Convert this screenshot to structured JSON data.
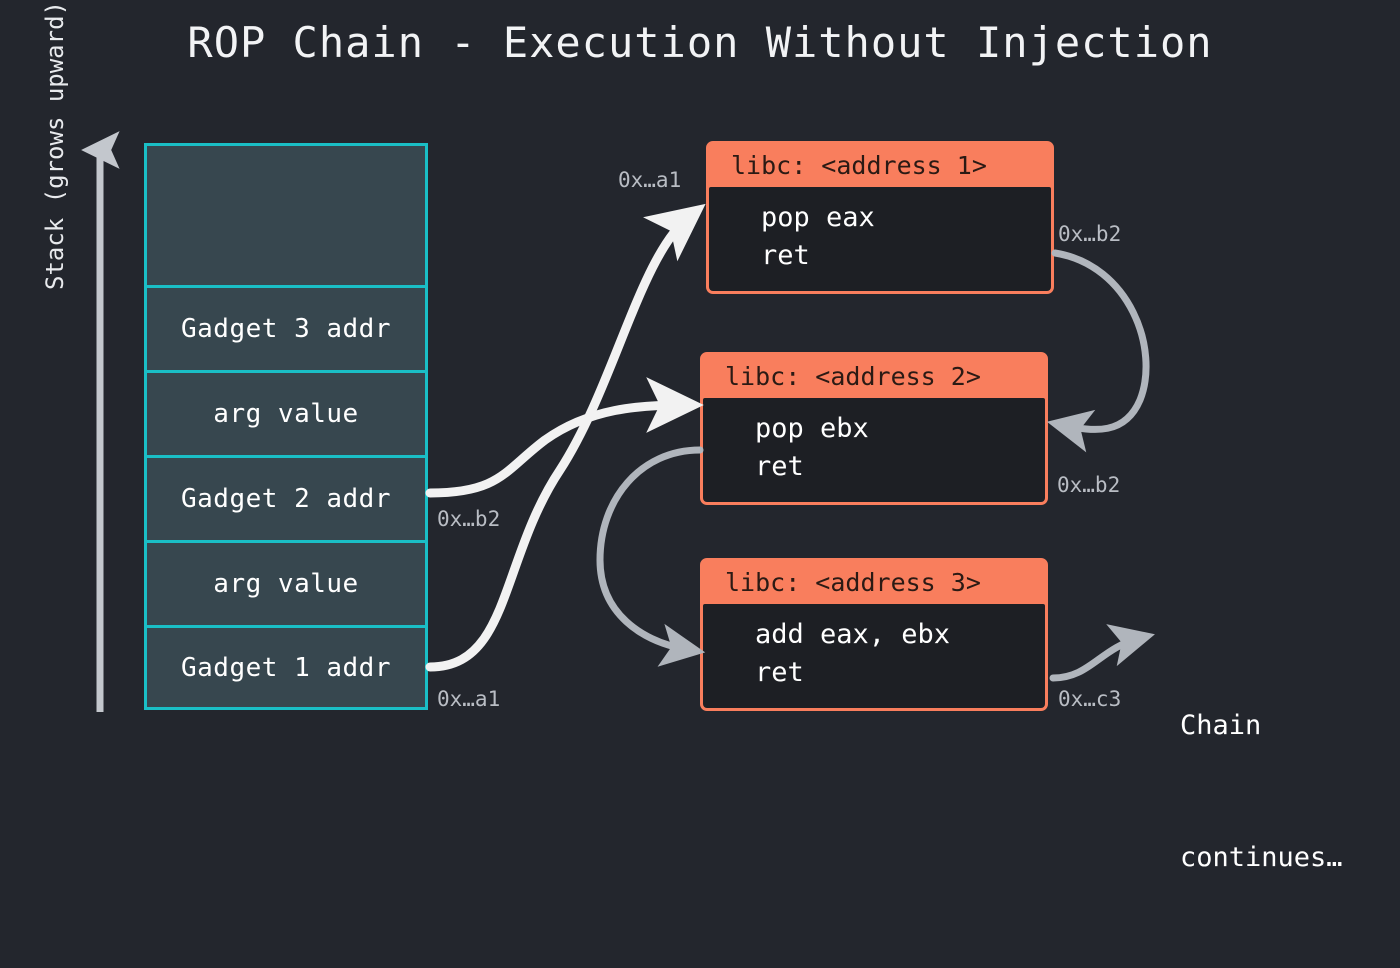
{
  "page": {
    "title": "ROP Chain - Execution Without Injection",
    "background_color": "#23262d"
  },
  "colors": {
    "background": "#23262d",
    "stack_border": "#1abfc6",
    "stack_fill": "#37474f",
    "gadget_accent": "#f97e5d",
    "gadget_body": "#1d1f24",
    "arrow_white": "#f2f2f2",
    "arrow_gray": "#b0b5bc",
    "text_primary": "#ffffff",
    "text_muted": "#b9bdc4"
  },
  "stack": {
    "axis_label": "Stack (grows upward)",
    "cells": [
      {
        "label": "",
        "type": "empty"
      },
      {
        "label": "Gadget 3 addr",
        "type": "slot"
      },
      {
        "label": "arg value",
        "type": "slot"
      },
      {
        "label": "Gadget 2 addr",
        "type": "slot"
      },
      {
        "label": "arg value",
        "type": "slot"
      },
      {
        "label": "Gadget 1 addr",
        "type": "slot"
      }
    ]
  },
  "gadgets": [
    {
      "header": "libc: <address 1>",
      "lines": [
        "pop eax",
        "ret"
      ]
    },
    {
      "header": "libc: <address 2>",
      "lines": [
        "pop ebx",
        "ret"
      ]
    },
    {
      "header": "libc: <address 3>",
      "lines": [
        "add eax, ebx",
        "ret"
      ]
    }
  ],
  "edge_labels": {
    "a1_top": "0x…a1",
    "b2_right_1": "0x…b2",
    "b2_left": "0x…b2",
    "b2_right_2": "0x…b2",
    "a1_bottom": "0x…a1",
    "c3": "0x…c3"
  },
  "chain": {
    "line1": "Chain",
    "line2": "continues…"
  }
}
